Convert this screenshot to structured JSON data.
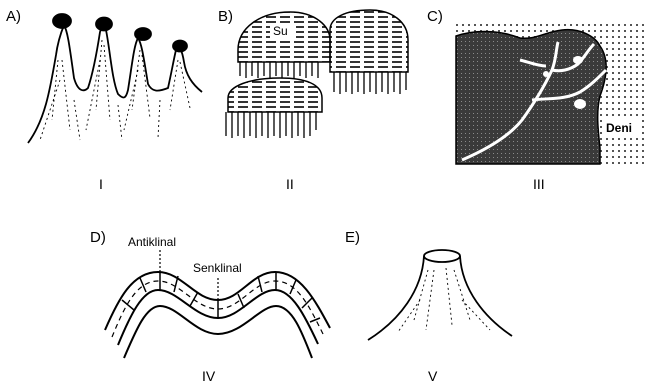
{
  "panels": [
    {
      "letter": "A)",
      "numeral": "I"
    },
    {
      "letter": "B)",
      "numeral": "II",
      "inner_label": "Su"
    },
    {
      "letter": "C)",
      "numeral": "III",
      "inner_label": "Deni"
    },
    {
      "letter": "D)",
      "numeral": "IV",
      "inner_labels": {
        "anticline": "Antiklinal",
        "syncline": "Senklinal"
      }
    },
    {
      "letter": "E)",
      "numeral": "V"
    }
  ],
  "colors": {
    "ink": "#000000",
    "sea_dots": "#555555",
    "land_dark": "#3a3a3a"
  }
}
